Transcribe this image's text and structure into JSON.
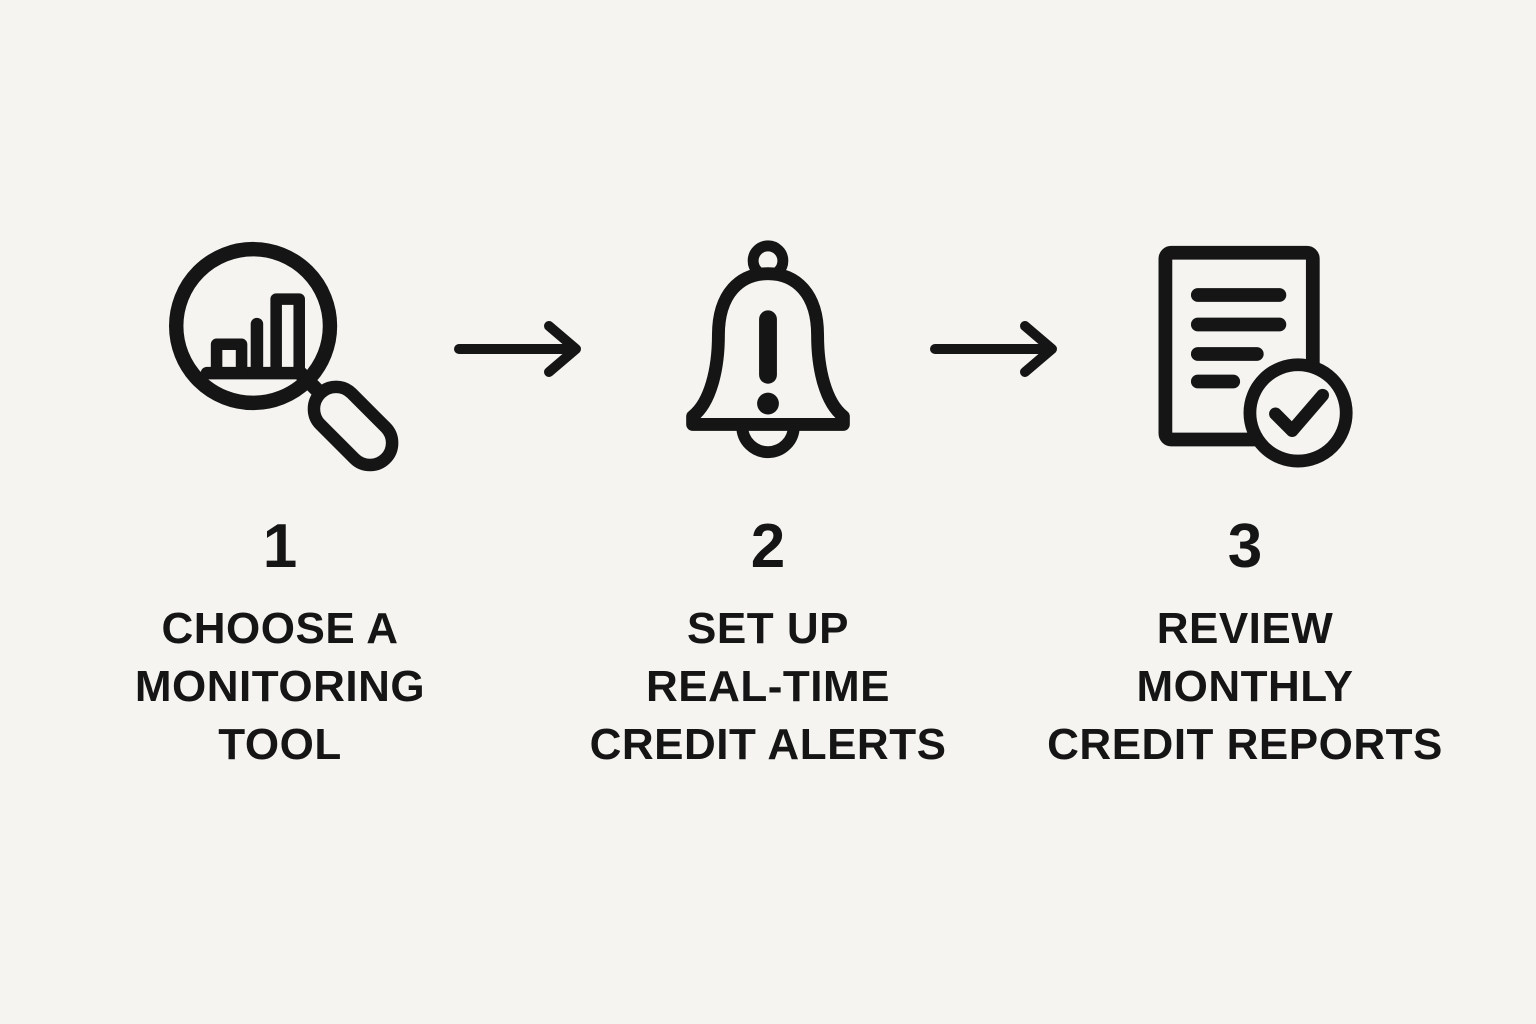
{
  "title": "credit-monitoring-steps-infographic",
  "colors": {
    "background": "#f5f4f1",
    "ink": "#151515"
  },
  "steps": [
    {
      "number": "1",
      "icon": "magnifier-bar-chart-icon",
      "label_lines": [
        "CHOOSE A",
        "MONITORING",
        "TOOL"
      ]
    },
    {
      "number": "2",
      "icon": "alert-bell-icon",
      "label_lines": [
        "SET UP",
        "REAL-TIME",
        "CREDIT ALERTS"
      ]
    },
    {
      "number": "3",
      "icon": "report-checkmark-icon",
      "label_lines": [
        "REVIEW",
        "MONTHLY",
        "CREDIT REPORTS"
      ]
    }
  ],
  "connectors": [
    {
      "icon": "right-arrow-icon"
    },
    {
      "icon": "right-arrow-icon"
    }
  ]
}
